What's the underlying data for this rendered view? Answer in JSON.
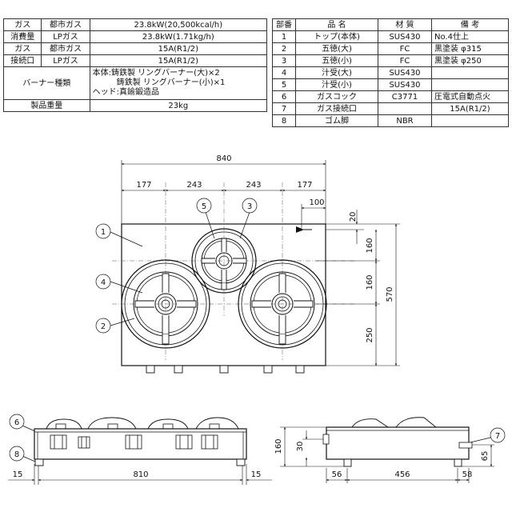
{
  "spec_left": {
    "rows": [
      {
        "h1": "ガス",
        "h2": "都市ガス",
        "value": "23.8kW(20,500kcal/h)"
      },
      {
        "h1": "消費量",
        "h2": "LPガス",
        "value": "23.8kW(1.71kg/h)"
      },
      {
        "h1": "ガス",
        "h2": "都市ガス",
        "value": "15A(R1/2)"
      },
      {
        "h1": "接続口",
        "h2": "LPガス",
        "value": "15A(R1/2)"
      }
    ],
    "burner_label": "バーナー種類",
    "burner_lines": [
      "本体:鋳鉄製 リングバーナー(大)×2",
      "鋳鉄製 リングバーナー(小)×1",
      "ヘッド:真鍮鍛造品"
    ],
    "weight_label": "製品重量",
    "weight_value": "23kg"
  },
  "spec_right": {
    "headers": [
      "部番",
      "品 名",
      "材 質",
      "備 考"
    ],
    "rows": [
      {
        "no": "1",
        "name": "トップ(本体)",
        "material": "SUS430",
        "note": "No.4仕上"
      },
      {
        "no": "2",
        "name": "五徳(大)",
        "material": "FC",
        "note": "黒塗装 φ315"
      },
      {
        "no": "3",
        "name": "五徳(小)",
        "material": "FC",
        "note": "黒塗装 φ250"
      },
      {
        "no": "4",
        "name": "汁受(大)",
        "material": "SUS430",
        "note": ""
      },
      {
        "no": "5",
        "name": "汁受(小)",
        "material": "SUS430",
        "note": ""
      },
      {
        "no": "6",
        "name": "ガスコック",
        "material": "C3771",
        "note": "圧電式自動点火"
      },
      {
        "no": "7",
        "name": "ガス接続口",
        "material": "",
        "note": "15A(R1/2)"
      },
      {
        "no": "8",
        "name": "ゴム脚",
        "material": "NBR",
        "note": ""
      }
    ]
  },
  "drawing": {
    "dim_total_width": "840",
    "dim_segments": [
      "177",
      "243",
      "243",
      "177"
    ],
    "dim_inlet_offset": "100",
    "dim_right_top": "20",
    "dim_right_segments": [
      "160",
      "160",
      "250"
    ],
    "dim_total_depth": "570",
    "callouts": [
      "1",
      "2",
      "3",
      "4",
      "5",
      "6",
      "7",
      "8"
    ],
    "front_dims": [
      "15",
      "810",
      "15"
    ],
    "side_dims_vertical": [
      "160",
      "30",
      "65"
    ],
    "side_dims_horizontal": [
      "56",
      "456",
      "58"
    ]
  }
}
